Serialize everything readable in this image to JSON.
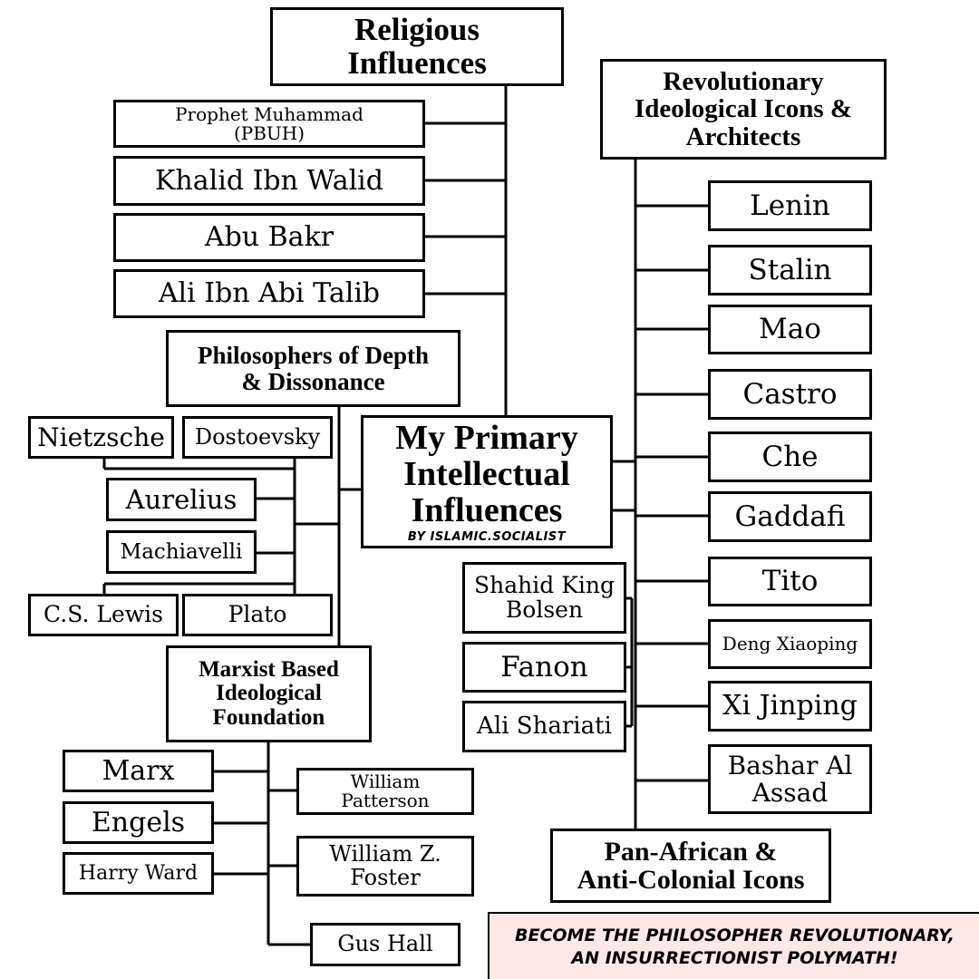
{
  "headers": {
    "religious": "Religious\nInfluences",
    "revolutionary": "Revolutionary\nIdeological Icons &\nArchitects",
    "philosophers": "Philosophers of Depth\n& Dissonance",
    "marxist": "Marxist Based\nIdeological\nFoundation",
    "pan_african": "Pan-African &\nAnti-Colonial Icons"
  },
  "center": {
    "title": "My Primary\nIntellectual\nInfluences",
    "byline": "BY ISLAMIC.SOCIALIST"
  },
  "religious": [
    "Prophet Muhammad\n(PBUH)",
    "Khalid Ibn Walid",
    "Abu Bakr",
    "Ali Ibn Abi Talib"
  ],
  "revolutionary": [
    "Lenin",
    "Stalin",
    "Mao",
    "Castro",
    "Che",
    "Gaddafi",
    "Tito",
    "Deng Xiaoping",
    "Xi Jinping",
    "Bashar Al\nAssad"
  ],
  "philosophers": [
    "Nietzsche",
    "Dostoevsky",
    "Aurelius",
    "Machiavelli",
    "C.S. Lewis",
    "Plato"
  ],
  "pan_african": [
    "Shahid King\nBolsen",
    "Fanon",
    "Ali Shariati"
  ],
  "marxist_left": [
    "Marx",
    "Engels",
    "Harry Ward"
  ],
  "marxist_right": [
    "William\nPatterson",
    "William Z.\nFoster",
    "Gus Hall"
  ],
  "banner": "BECOME THE PHILOSOPHER REVOLUTIONARY,\nAN INSURRECTIONIST POLYMATH!",
  "colors": {
    "banner_bg": "#fde8e8",
    "line": "#000000"
  }
}
